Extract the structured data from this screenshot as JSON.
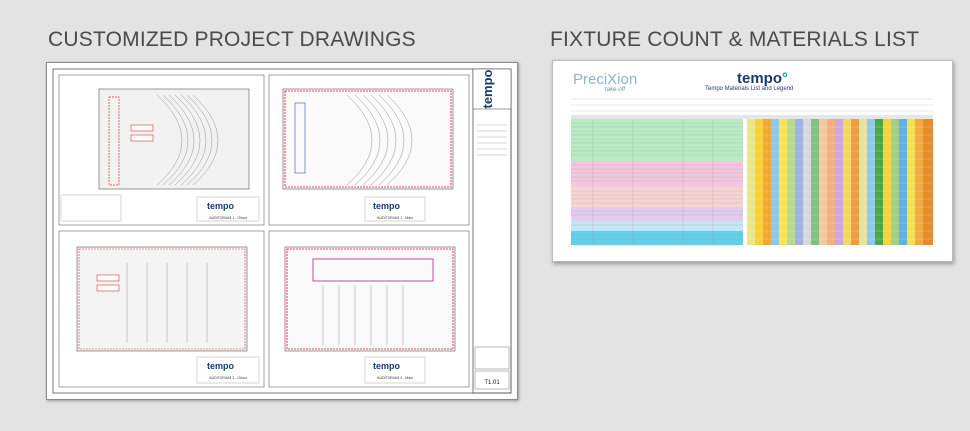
{
  "headings": {
    "left": "CUSTOMIZED PROJECT DRAWINGS",
    "right": "FIXTURE COUNT & MATERIALS LIST"
  },
  "drawings": {
    "brand": "tempo",
    "sheet_number": "T1.01",
    "panels": [
      {
        "caption": "AUDITORIUM 1 - Ghost"
      },
      {
        "caption": "AUDITORIUM 1 - Main"
      },
      {
        "caption": "AUDITORIUM 2 - Ghost"
      },
      {
        "caption": "AUDITORIUM 2 - Main"
      }
    ]
  },
  "materials": {
    "logo_left": "PreciXion",
    "logo_left_sub": "take-off",
    "logo_right": "tempo",
    "title": "Tempo Materials List and Legend"
  },
  "colors": {
    "background": "#e3e3e3",
    "heading": "#4a4a4a",
    "brand_blue": "#1a3a6e",
    "accent_cyan": "#00a6c8"
  }
}
